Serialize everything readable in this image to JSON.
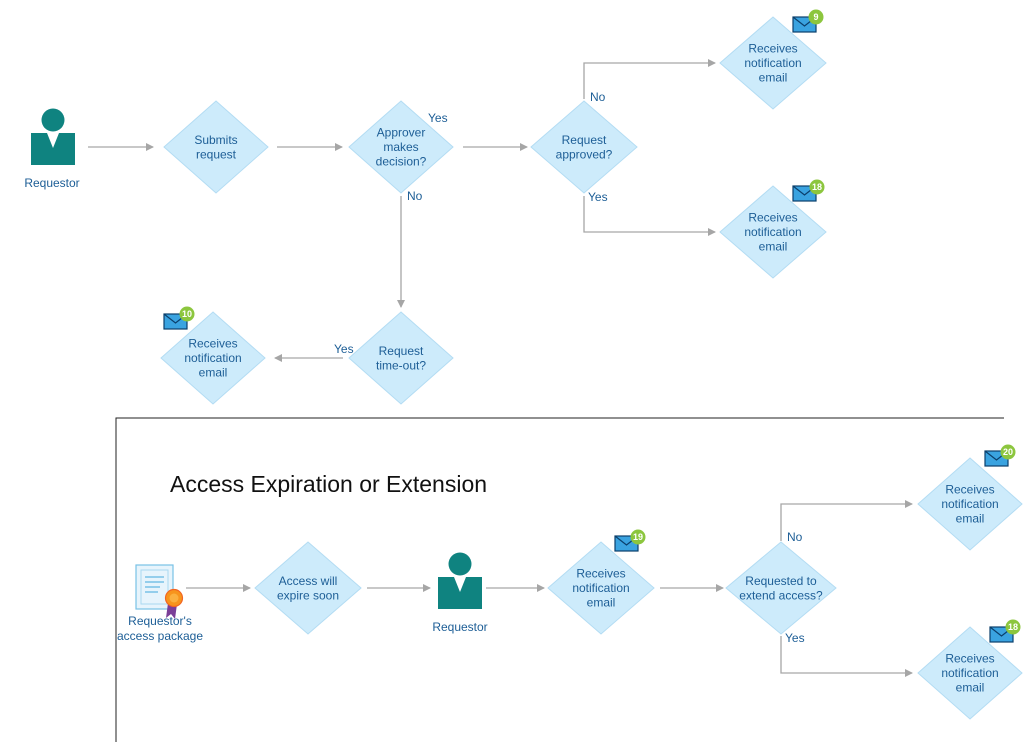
{
  "colors": {
    "diamond_fill": "#cdebfb",
    "diamond_stroke": "#b3dcf3",
    "text": "#1d5e96",
    "arrow": "#a6a6a6",
    "person": "#0f8380",
    "envelope_fill": "#3aa3e0",
    "badge": "#8cc63e",
    "frame": "#222222"
  },
  "section_title": "Access Expiration or Extension",
  "actors": {
    "requestor_top": "Requestor",
    "requestor_bottom": "Requestor",
    "access_package": [
      "Requestor's",
      "access package"
    ]
  },
  "diamonds": {
    "submits": [
      "Submits",
      "request"
    ],
    "approver": [
      "Approver",
      "makes",
      "decision?"
    ],
    "approved": [
      "Request",
      "approved?"
    ],
    "notify_9": [
      "Receives",
      "notification",
      "email"
    ],
    "notify_18_top": [
      "Receives",
      "notification",
      "email"
    ],
    "timeout": [
      "Request",
      "time-out?"
    ],
    "notify_10": [
      "Receives",
      "notification",
      "email"
    ],
    "expire_soon": [
      "Access will",
      "expire soon"
    ],
    "notify_19": [
      "Receives",
      "notification",
      "email"
    ],
    "extend": [
      "Requested to",
      "extend access?"
    ],
    "notify_20": [
      "Receives",
      "notification",
      "email"
    ],
    "notify_18_bottom": [
      "Receives",
      "notification",
      "email"
    ]
  },
  "edge_labels": {
    "approver_yes": "Yes",
    "approver_no": "No",
    "approved_no": "No",
    "approved_yes": "Yes",
    "timeout_yes": "Yes",
    "extend_no": "No",
    "extend_yes": "Yes"
  },
  "badges": {
    "notify_9": "9",
    "notify_18_top": "18",
    "notify_10": "10",
    "notify_19": "19",
    "notify_20": "20",
    "notify_18_bottom": "18"
  },
  "icons": {
    "person": "person-icon",
    "certificate": "certificate-icon",
    "email": "envelope-icon"
  }
}
